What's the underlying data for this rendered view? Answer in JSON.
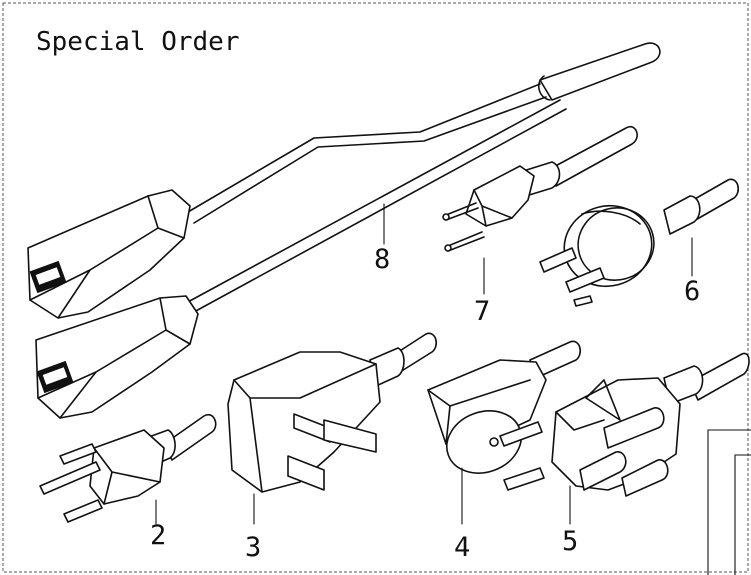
{
  "title": "Special Order",
  "callouts": {
    "c2": "2",
    "c3": "3",
    "c4": "4",
    "c5": "5",
    "c6": "6",
    "c7": "7",
    "c8": "8"
  }
}
